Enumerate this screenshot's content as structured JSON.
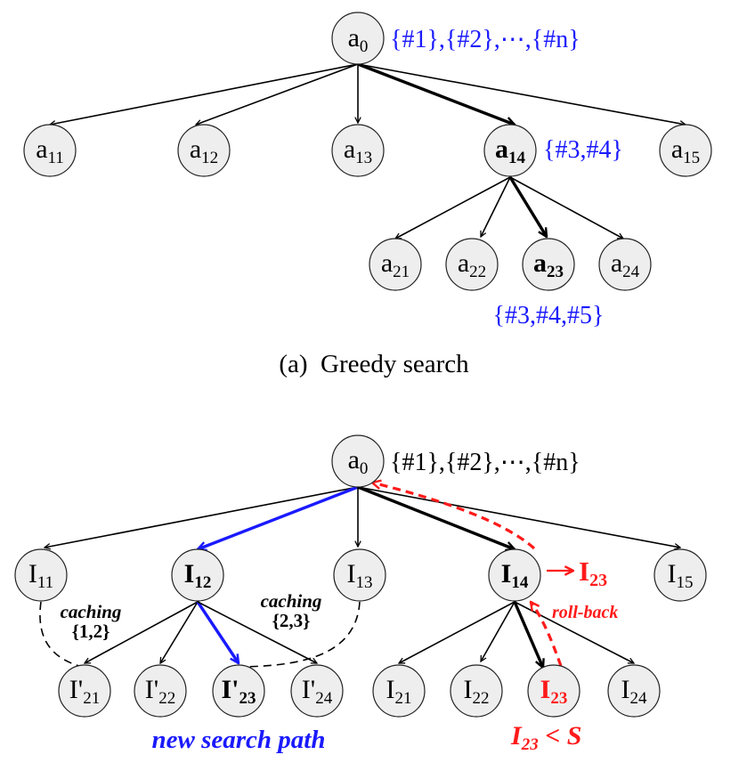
{
  "colors": {
    "blue": "#1a1aff",
    "red": "#ff1a1a",
    "black": "#000000",
    "node_fill": "#eeeeee"
  },
  "top": {
    "caption": "(a)  Greedy search",
    "root_sets": "{#1},{#2},⋯,{#n}",
    "a14_sets": "{#3,#4}",
    "a23_sets": "{#3,#4,#5}",
    "nodes": {
      "root": {
        "base": "a",
        "sub": "0"
      },
      "n11": {
        "base": "a",
        "sub": "11"
      },
      "n12": {
        "base": "a",
        "sub": "12"
      },
      "n13": {
        "base": "a",
        "sub": "13"
      },
      "n14": {
        "base": "a",
        "sub": "14"
      },
      "n15": {
        "base": "a",
        "sub": "15"
      },
      "n21": {
        "base": "a",
        "sub": "21"
      },
      "n22": {
        "base": "a",
        "sub": "22"
      },
      "n23": {
        "base": "a",
        "sub": "23"
      },
      "n24": {
        "base": "a",
        "sub": "24"
      }
    }
  },
  "bottom": {
    "root_sets": "{#1},{#2},⋯,{#n}",
    "caching_left": "caching",
    "caching_left_set": "{1,2}",
    "caching_right": "caching",
    "caching_right_set": "{2,3}",
    "roll_back": "roll-back",
    "arrow_target": {
      "base": "I",
      "sub": "23"
    },
    "new_search_path": "new search path",
    "condition": {
      "base": "I",
      "sub": "23",
      "rest": " < S"
    },
    "nodes": {
      "root": {
        "base": "a",
        "sub": "0"
      },
      "n11": {
        "base": "I",
        "sub": "11"
      },
      "n12": {
        "base": "I",
        "sub": "12"
      },
      "n13": {
        "base": "I",
        "sub": "13"
      },
      "n14": {
        "base": "I",
        "sub": "14"
      },
      "n15": {
        "base": "I",
        "sub": "15"
      },
      "m21": {
        "base": "I'",
        "sub": "21"
      },
      "m22": {
        "base": "I'",
        "sub": "22"
      },
      "m23": {
        "base": "I'",
        "sub": "23"
      },
      "m24": {
        "base": "I'",
        "sub": "24"
      },
      "n21": {
        "base": "I",
        "sub": "21"
      },
      "n22": {
        "base": "I",
        "sub": "22"
      },
      "n23": {
        "base": "I",
        "sub": "23"
      },
      "n24": {
        "base": "I",
        "sub": "24"
      }
    }
  }
}
